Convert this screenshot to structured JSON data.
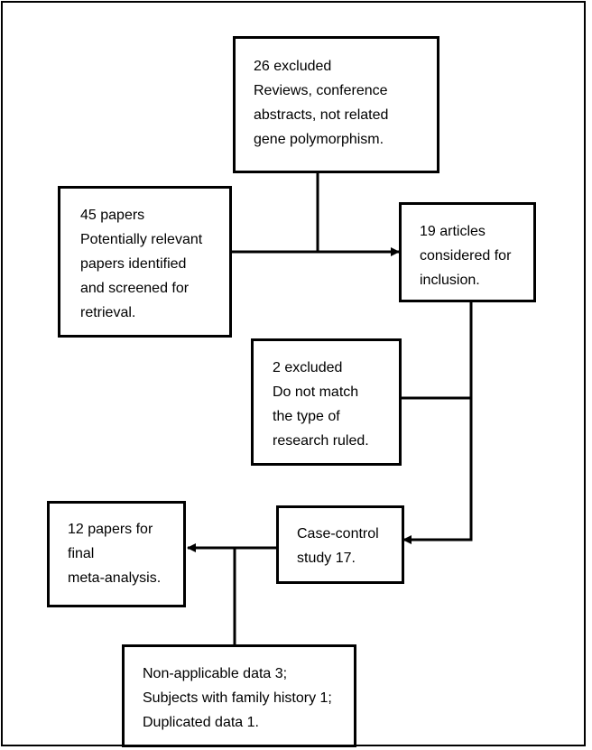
{
  "boxes": {
    "excluded_26": [
      "26 excluded",
      "Reviews, conference",
      "abstracts, not related",
      "gene polymorphism."
    ],
    "papers_45": [
      "45 papers",
      "Potentially relevant",
      "papers identified",
      "and screened for",
      "retrieval."
    ],
    "articles_19": [
      "19 articles",
      "considered for",
      "inclusion."
    ],
    "excluded_2": [
      "2 excluded",
      "Do not match",
      "the type of",
      "research ruled."
    ],
    "case_control": [
      "Case-control",
      "study 17."
    ],
    "final_12": [
      "12 papers for",
      "final",
      "meta-analysis."
    ],
    "excluded_data": [
      "Non-applicable data 3;",
      "Subjects with family history 1;",
      "Duplicated data 1."
    ]
  },
  "colors": {
    "stroke": "#000000",
    "background": "#ffffff"
  }
}
